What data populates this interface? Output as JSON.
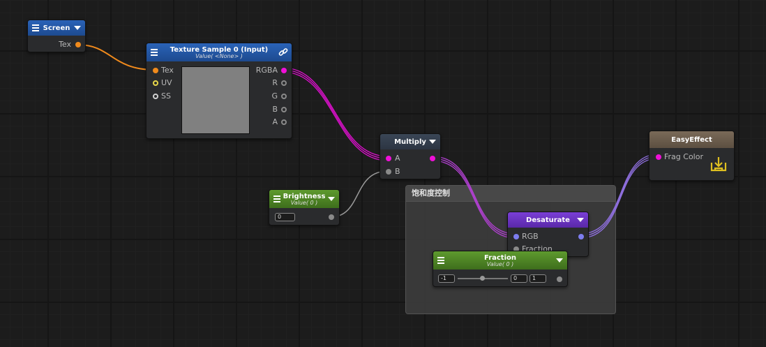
{
  "nodes": {
    "screen": {
      "title": "Screen",
      "out_tex": "Tex"
    },
    "texture": {
      "title": "Texture Sample 0 (Input)",
      "subtitle": "Value( <None> )",
      "inputs": [
        "Tex",
        "UV",
        "SS"
      ],
      "outputs": [
        "RGBA",
        "R",
        "G",
        "B",
        "A"
      ]
    },
    "multiply": {
      "title": "Multiply",
      "in_a": "A",
      "in_b": "B"
    },
    "brightness": {
      "title": "Brightness",
      "subtitle": "Value( 0 )",
      "value": "0"
    },
    "desaturate": {
      "title": "Desaturate",
      "in_rgb": "RGB",
      "in_fraction": "Fraction"
    },
    "fraction": {
      "title": "Fraction",
      "subtitle": "Value( 0 )",
      "min": "-1",
      "value": "0",
      "max": "1"
    },
    "easyeffect": {
      "title": "EasyEffect",
      "in_frag": "Frag Color"
    }
  },
  "group": {
    "title": "饱和度控制"
  },
  "colors": {
    "orange_wire": "#f08a1c",
    "magenta_wire": "#e010d0",
    "gray_wire": "#9a9a9a",
    "purple_wire": "#8a6ae0"
  },
  "icons": [
    "menu-icon",
    "dropdown-arrow-icon",
    "link-icon",
    "output-download-icon"
  ]
}
